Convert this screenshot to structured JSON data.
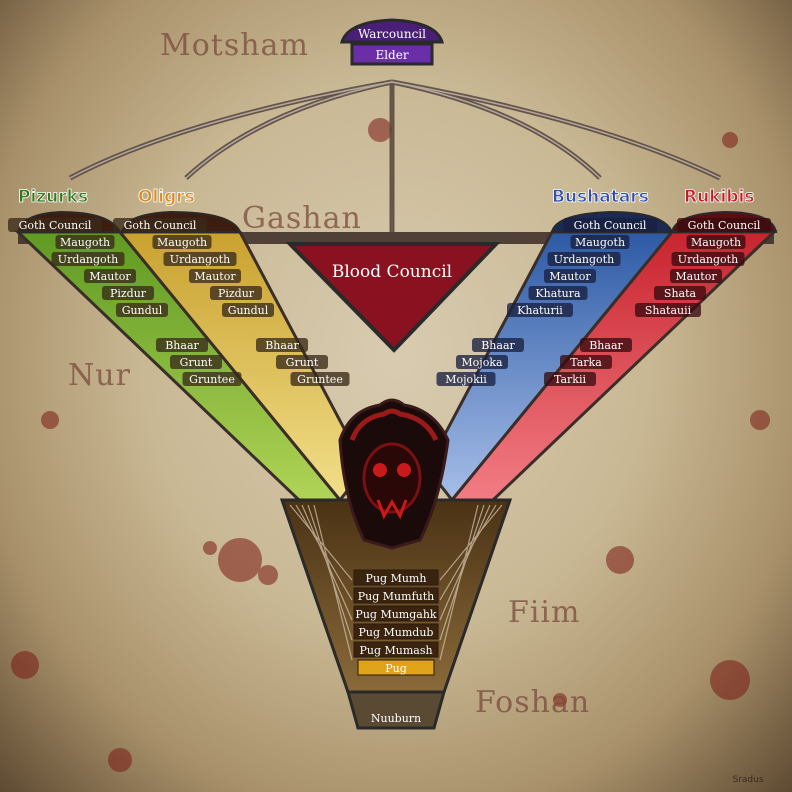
{
  "regions": {
    "motsham": "Motsham",
    "gashan": "Gashan",
    "nur": "Nur",
    "fiim": "Fiim",
    "foshan": "Foshan"
  },
  "top": {
    "title": "Warcouncil",
    "subtitle": "Elder"
  },
  "blood_council": "Blood Council",
  "factions": {
    "pizurks": {
      "name": "Pizurks",
      "color": "#2f7a1a"
    },
    "oligrs": {
      "name": "Oligrs",
      "color": "#d88a20"
    },
    "bushatars": {
      "name": "Bushatars",
      "color": "#2e4fb0"
    },
    "rukibis": {
      "name": "Rukibis",
      "color": "#c81a22"
    }
  },
  "green_ranks": [
    "Goth Council",
    "Maugoth",
    "Urdangoth",
    "Mautor",
    "Pizdur",
    "Gundul",
    "Bhaar",
    "Grunt",
    "Gruntee"
  ],
  "yellow_ranks": [
    "Goth Council",
    "Maugoth",
    "Urdangoth",
    "Mautor",
    "Pizdur",
    "Gundul",
    "Bhaar",
    "Grunt",
    "Gruntee"
  ],
  "blue_ranks": [
    "Goth Council",
    "Maugoth",
    "Urdangoth",
    "Mautor",
    "Khatura",
    "Khaturii",
    "Bhaar",
    "Mojoka",
    "Mojokii"
  ],
  "red_ranks": [
    "Goth Council",
    "Maugoth",
    "Urdangoth",
    "Mautor",
    "Shata",
    "Shatauii",
    "Bhaar",
    "Tarka",
    "Tarkii"
  ],
  "pug_ranks": [
    "Pug Mumh",
    "Pug Mumfuth",
    "Pug Mumgahk",
    "Pug Mumdub",
    "Pug Mumash",
    "Pug",
    "Nuuburn"
  ],
  "signature": "Sradus",
  "colors": {
    "green": "#7fb32c",
    "yellow": "#e2c24a",
    "blue": "#3a6fb5",
    "red": "#e8565e",
    "blood": "#8a1220",
    "purple": "#5a2a8a"
  }
}
